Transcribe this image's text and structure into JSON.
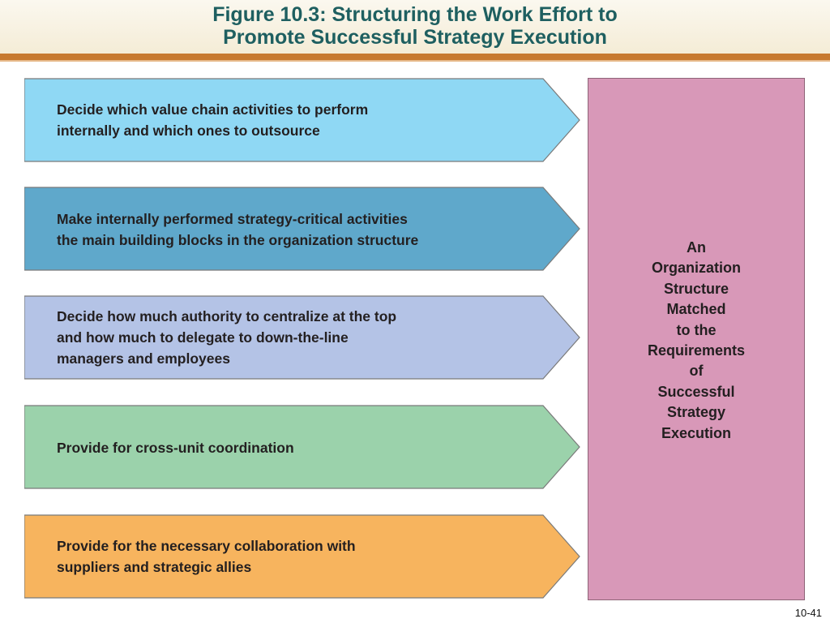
{
  "title": {
    "line1": "Figure  10.3: Structuring the Work Effort  to",
    "line2": "Promote Successful Strategy Execution"
  },
  "steps": [
    {
      "line1": "Decide which value chain activities to perform",
      "line2": "internally and which ones to outsource",
      "line3": "",
      "color": "#8fd8f4"
    },
    {
      "line1": "Make internally performed strategy-critical activities",
      "line2": "the main building blocks in the organization structure",
      "line3": "",
      "color": "#5fa8cb"
    },
    {
      "line1": "Decide how much authority to centralize at the top",
      "line2": "and how much to delegate to down-the-line",
      "line3": "managers and employees",
      "color": "#b4c3e6"
    },
    {
      "line1": "Provide for cross-unit coordination",
      "line2": "",
      "line3": "",
      "color": "#9bd2ab"
    },
    {
      "line1": "Provide for the necessary collaboration with",
      "line2": "suppliers and strategic allies",
      "line3": "",
      "color": "#f7b45e"
    }
  ],
  "result": {
    "lines": [
      "An",
      "Organization",
      "Structure",
      "Matched",
      "to the",
      "Requirements",
      "of",
      "Successful",
      "Strategy",
      "Execution"
    ],
    "color": "#d898b8"
  },
  "slide_number": "10-41"
}
